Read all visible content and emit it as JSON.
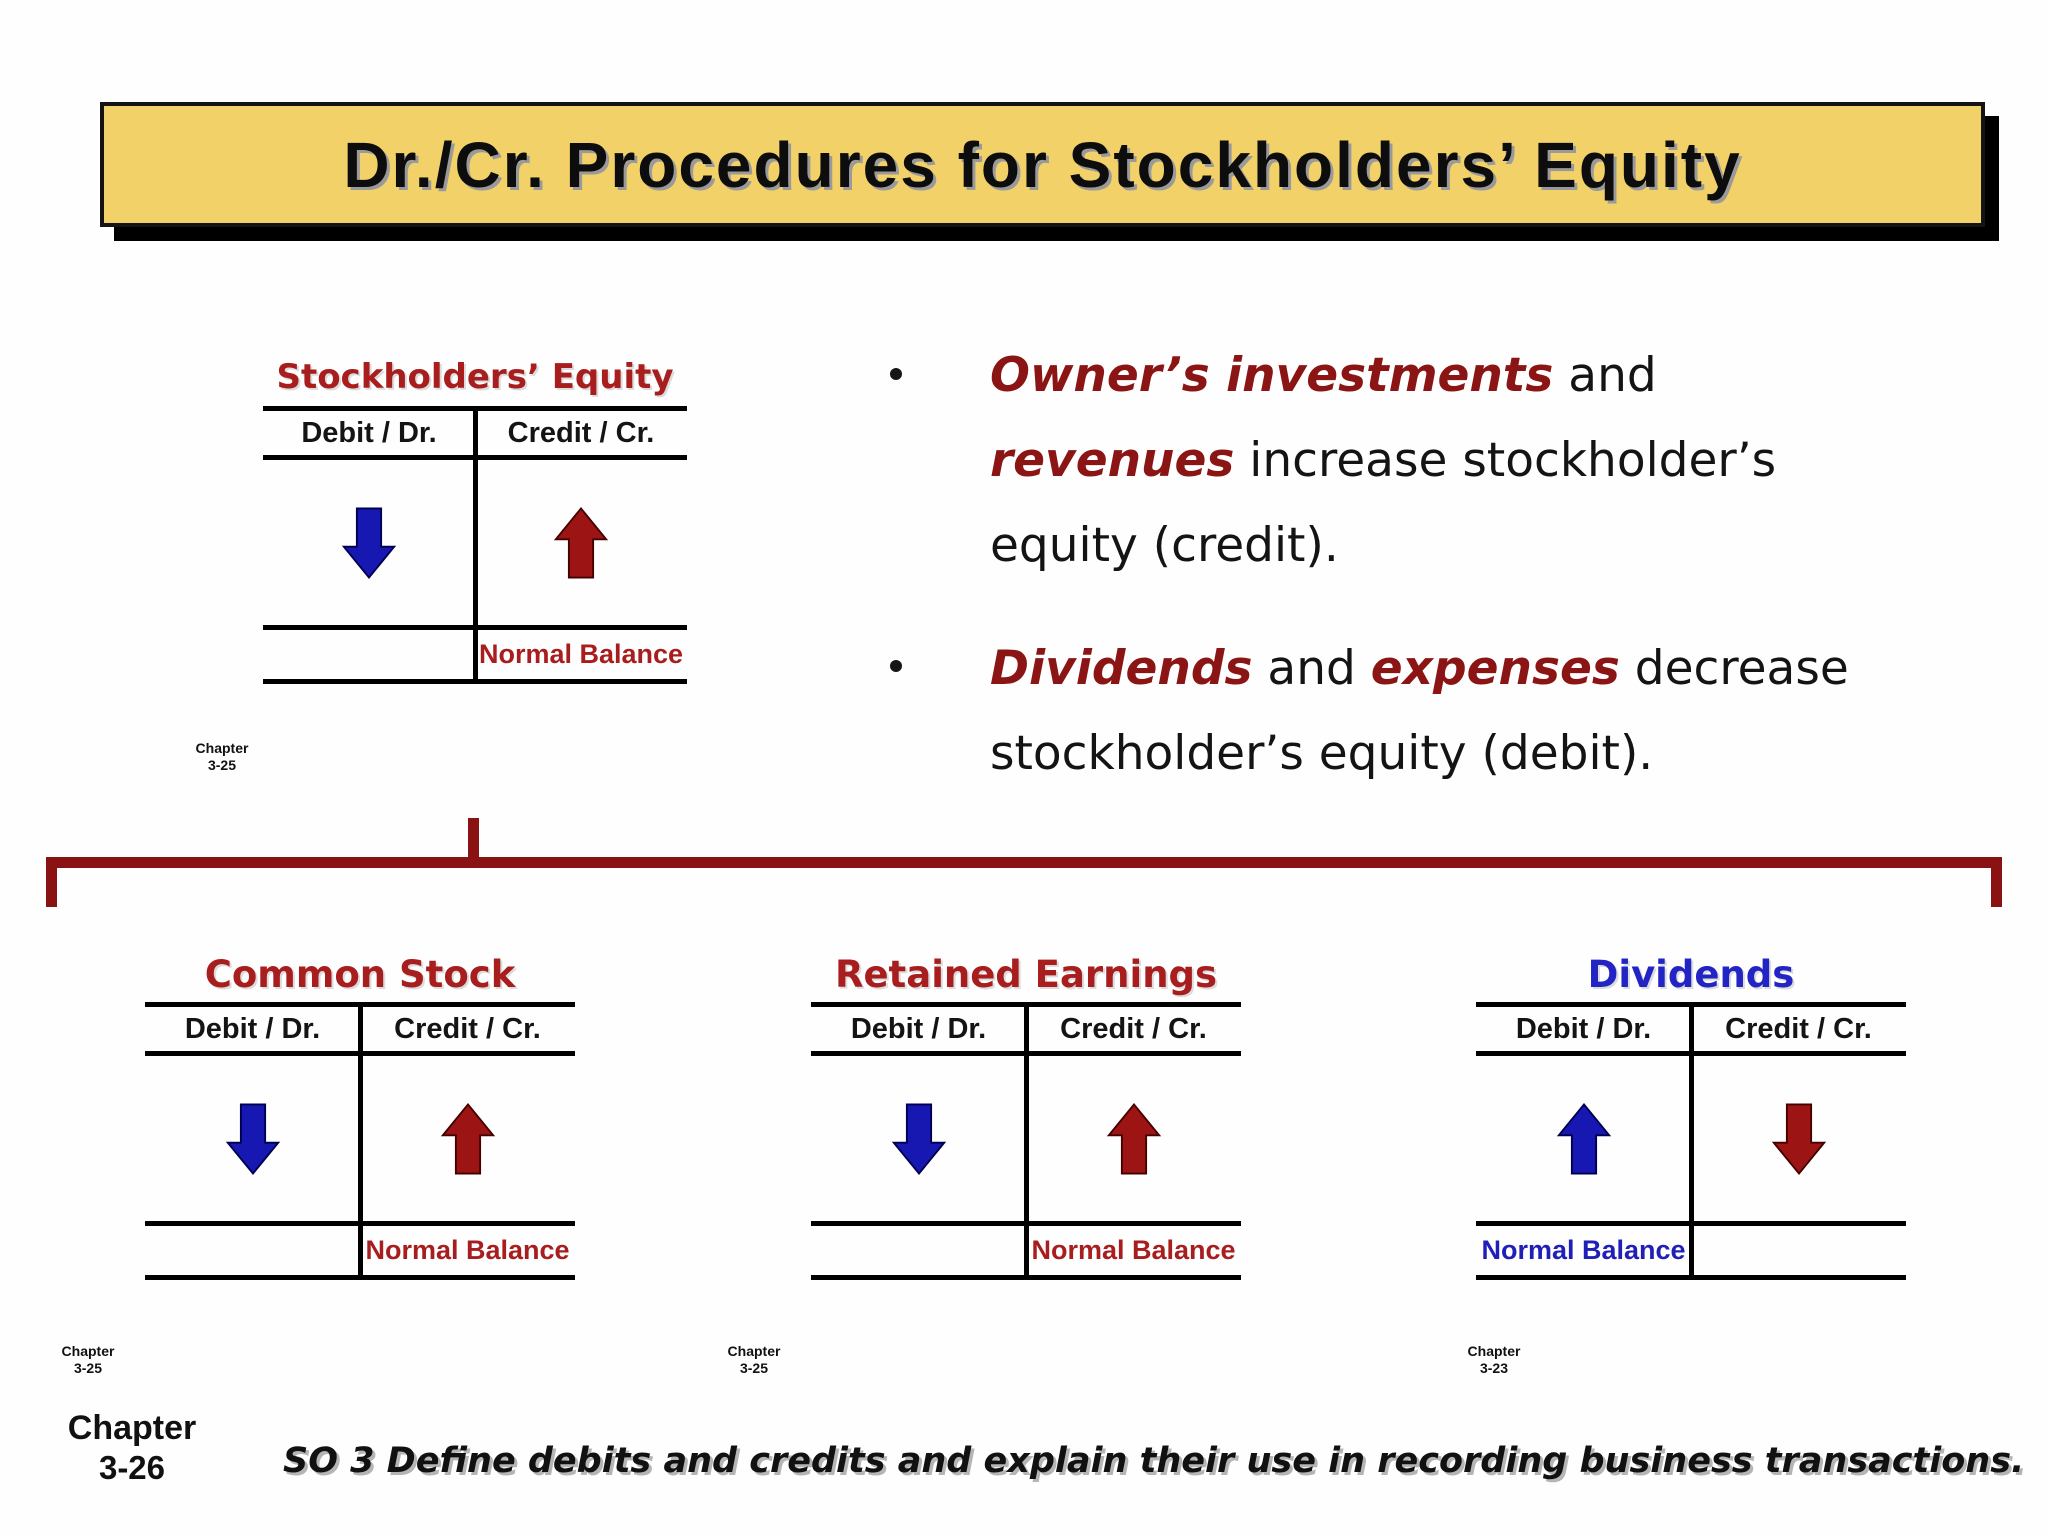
{
  "slide": {
    "title": "Dr./Cr. Procedures for Stockholders’ Equity"
  },
  "taccounts": {
    "se": {
      "name": "Stockholders’ Equity",
      "debit_header": "Debit / Dr.",
      "credit_header": "Credit / Cr.",
      "normal_left": "",
      "normal_right": "Normal Balance",
      "debit_arrow": "down-arrow-blue",
      "credit_arrow": "up-arrow-red"
    },
    "cs": {
      "name": "Common Stock",
      "debit_header": "Debit / Dr.",
      "credit_header": "Credit / Cr.",
      "normal_left": "",
      "normal_right": "Normal Balance",
      "debit_arrow": "down-arrow-blue",
      "credit_arrow": "up-arrow-red"
    },
    "re": {
      "name": "Retained Earnings",
      "debit_header": "Debit / Dr.",
      "credit_header": "Credit / Cr.",
      "normal_left": "",
      "normal_right": "Normal Balance",
      "debit_arrow": "down-arrow-blue",
      "credit_arrow": "up-arrow-red"
    },
    "div": {
      "name": "Dividends",
      "debit_header": "Debit / Dr.",
      "credit_header": "Credit / Cr.",
      "normal_left": "Normal Balance",
      "normal_right": "",
      "debit_arrow": "up-arrow-blue",
      "credit_arrow": "down-arrow-red"
    }
  },
  "bullets": {
    "b1": {
      "l1_em": "Owner’s investments",
      "l1_rest": " and",
      "l2_em": "revenues",
      "l2_rest": " increase stockholder’s",
      "l3": "equity (credit)."
    },
    "b2": {
      "l1_em1": "Dividends",
      "l1_mid": " and ",
      "l1_em2": "expenses",
      "l1_rest": " decrease",
      "l2": "stockholder’s equity (debit)."
    }
  },
  "chapter_notes": {
    "top": {
      "line1": "Chapter",
      "line2": "3-25"
    },
    "bottom_left": {
      "line1": "Chapter",
      "line2": "3-25"
    },
    "bottom_mid": {
      "line1": "Chapter",
      "line2": "3-25"
    },
    "bottom_right": {
      "line1": "Chapter",
      "line2": "3-23"
    }
  },
  "footer": {
    "chapter_line1": "Chapter",
    "chapter_line2": "3-26",
    "so_text": "SO 3  Define debits and credits and explain their use in recording business transactions."
  },
  "colors": {
    "banner_yellow": "#F2D168",
    "arrow_red": "#9C1414",
    "arrow_blue": "#1717B2",
    "account_title_red": "#A81D1D",
    "account_title_blue": "#2324C4",
    "emphasis_red": "#8B1414",
    "bracket_red": "#8A1212"
  }
}
